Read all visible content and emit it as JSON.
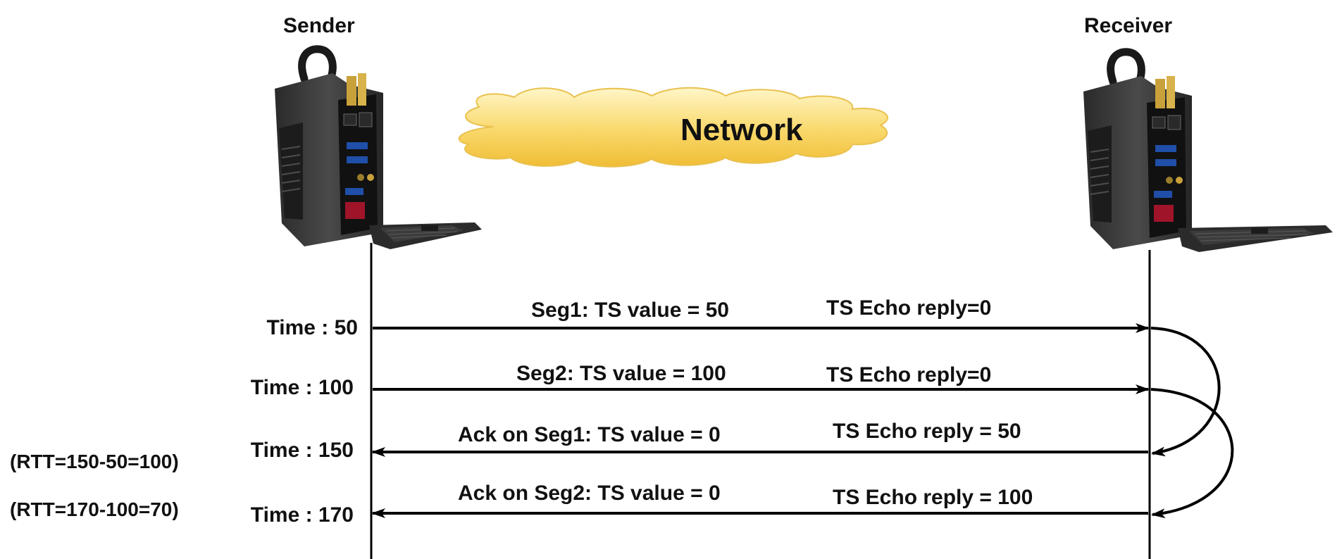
{
  "endpoints": {
    "sender": "Sender",
    "receiver": "Receiver"
  },
  "network": {
    "label": "Network"
  },
  "times": [
    "Time : 50",
    "Time : 100",
    "Time : 150",
    "Time : 170"
  ],
  "rtt": [
    "(RTT=150-50=100)",
    "(RTT=170-100=70)"
  ],
  "messages": [
    {
      "left": "Seg1: TS value = 50",
      "right": "TS Echo reply=0",
      "direction": "to-receiver"
    },
    {
      "left": "Seg2: TS value = 100",
      "right": "TS Echo reply=0",
      "direction": "to-receiver"
    },
    {
      "left": "Ack on Seg1: TS value = 0",
      "right": "TS Echo reply = 50",
      "direction": "to-sender"
    },
    {
      "left": "Ack on Seg2: TS value = 0",
      "right": "TS Echo reply = 100",
      "direction": "to-sender"
    }
  ],
  "colors": {
    "line": "#000000",
    "cloud_top": "#fff3b8",
    "cloud_bottom": "#f2c23a",
    "laptop_body": "#3a3a3a",
    "laptop_dark": "#1e1e1e",
    "accent_gold": "#c9a13b"
  },
  "icons": [
    "laptop-icon",
    "cloud-icon"
  ]
}
